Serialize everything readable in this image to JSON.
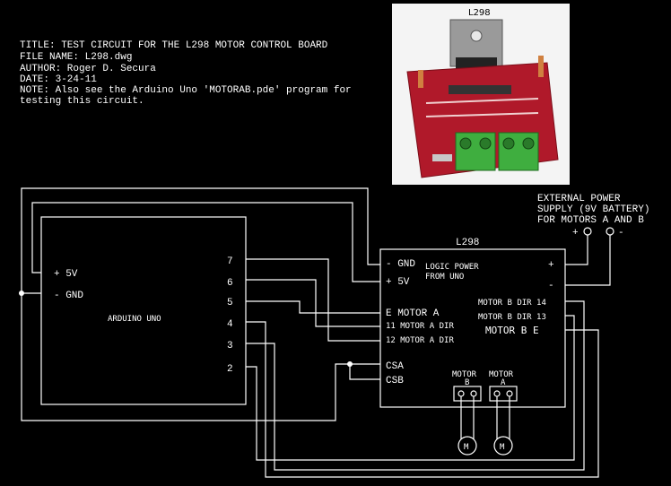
{
  "title_block": {
    "title": "TITLE: TEST CIRCUIT FOR THE L298 MOTOR CONTROL BOARD",
    "file": "FILE NAME: L298.dwg",
    "author": "AUTHOR: Roger D. Secura",
    "date": "DATE: 3-24-11",
    "note1": "NOTE: Also see the Arduino Uno 'MOTORAB.pde' program for",
    "note2": "testing this circuit."
  },
  "photo": {
    "label": "L298"
  },
  "power": {
    "line1": "EXTERNAL POWER",
    "line2": "SUPPLY (9V BATTERY)",
    "line3": "FOR MOTORS A AND B",
    "plus": "+",
    "minus": "-"
  },
  "arduino": {
    "name": "ARDUINO UNO",
    "plus5v": "+ 5V",
    "gnd": "- GND",
    "pins": [
      "7",
      "6",
      "5",
      "4",
      "3",
      "2"
    ]
  },
  "l298": {
    "name": "L298",
    "gnd": "- GND",
    "v5": "+ 5V",
    "logic1": "LOGIC POWER",
    "logic2": "FROM UNO",
    "plus": "+",
    "minus": "-",
    "ena": "E MOTOR A",
    "in11": "11 MOTOR A DIR",
    "in12": "12 MOTOR A DIR",
    "csa": "CSA",
    "csb": "CSB",
    "in14": "MOTOR B DIR 14",
    "in13": "MOTOR B DIR 13",
    "enb": "MOTOR B  E",
    "motor_b_label1": "MOTOR",
    "motor_b_label2": "B",
    "motor_a_label1": "MOTOR",
    "motor_a_label2": "A"
  },
  "motors": {
    "symbol": "M"
  },
  "colors": {
    "background": "#000000",
    "lines": "#ffffff",
    "board_red": "#b0192a",
    "terminal_green": "#3fae3f"
  }
}
